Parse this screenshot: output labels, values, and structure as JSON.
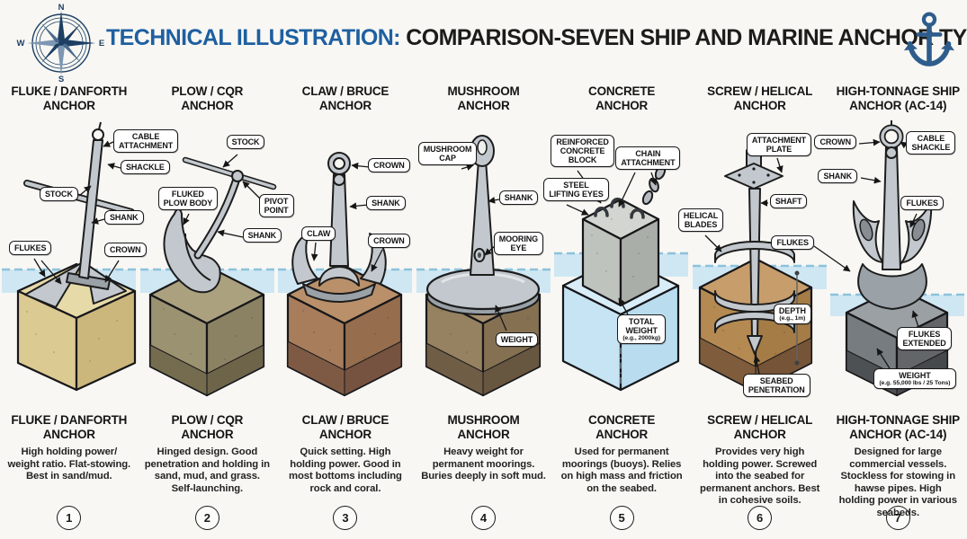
{
  "header": {
    "title_blue": "TECHNICAL ILLUSTRATION:",
    "title_dark": " COMPARISON-SEVEN SHIP AND MARINE ANCHOR TYPES",
    "compass": {
      "n": "N",
      "e": "E",
      "s": "S",
      "w": "W"
    }
  },
  "colors": {
    "title_blue": "#1e5fa1",
    "title_dark": "#1c1c1a",
    "navy_icon": "#2e5d8c",
    "waterline": "#8cc2dc",
    "label_border": "#191919",
    "metal": "#c2c8cd"
  },
  "columns": [
    {
      "heading": "FLUKE / DANFORTH\nANCHOR",
      "labels": [
        {
          "text": "CABLE\nATTACHMENT"
        },
        {
          "text": "SHACKLE"
        },
        {
          "text": "STOCK"
        },
        {
          "text": "SHANK"
        },
        {
          "text": "FLUKES"
        },
        {
          "text": "CROWN"
        }
      ],
      "bottom_heading": "FLUKE / DANFORTH\nANCHOR",
      "description": "High holding power/ weight ratio. Flat-stowing. Best in sand/mud.",
      "number": "1"
    },
    {
      "heading": "PLOW / CQR\nANCHOR",
      "labels": [
        {
          "text": "STOCK"
        },
        {
          "text": "FLUKED\nPLOW BODY"
        },
        {
          "text": "PIVOT\nPOINT"
        },
        {
          "text": "SHANK"
        }
      ],
      "bottom_heading": "PLOW / CQR\nANCHOR",
      "description": "Hinged design. Good penetration and holding in sand, mud, and grass. Self-launching.",
      "number": "2"
    },
    {
      "heading": "CLAW / BRUCE\nANCHOR",
      "labels": [
        {
          "text": "CROWN"
        },
        {
          "text": "SHANK"
        },
        {
          "text": "CLAW"
        },
        {
          "text": "CROWN"
        }
      ],
      "bottom_heading": "CLAW / BRUCE\nANCHOR",
      "description": "Quick setting. High holding power. Good in most bottoms including rock and coral.",
      "number": "3"
    },
    {
      "heading": "MUSHROOM\nANCHOR",
      "labels": [
        {
          "text": "MUSHROOM\nCAP"
        },
        {
          "text": "SHANK"
        },
        {
          "text": "MOORING\nEYE"
        },
        {
          "text": "WEIGHT"
        }
      ],
      "bottom_heading": "MUSHROOM\nANCHOR",
      "description": "Heavy weight for permanent moorings. Buries deeply in soft mud.",
      "number": "4"
    },
    {
      "heading": "CONCRETE\nANCHOR",
      "labels": [
        {
          "text": "REINFORCED\nCONCRETE\nBLOCK"
        },
        {
          "text": "CHAIN\nATTACHMENT"
        },
        {
          "text": "STEEL\nLIFTING EYES"
        },
        {
          "text": "TOTAL\nWEIGHT",
          "note": "(e.g., 2000kg)"
        }
      ],
      "bottom_heading": "CONCRETE\nANCHOR",
      "description": "Used for permanent moorings (buoys). Relies on high mass and friction on the seabed.",
      "number": "5"
    },
    {
      "heading": "SCREW / HELICAL\nANCHOR",
      "labels": [
        {
          "text": "ATTACHMENT\nPLATE"
        },
        {
          "text": "SHAFT"
        },
        {
          "text": "HELICAL\nBLADES"
        },
        {
          "text": "DEPTH",
          "note": "(e.g., 1m)"
        },
        {
          "text": "SEABED\nPENETRATION"
        }
      ],
      "bottom_heading": "SCREW / HELICAL\nANCHOR",
      "description": "Provides very high holding power. Screwed into the seabed for permanent anchors. Best in cohesive soils.",
      "number": "6"
    },
    {
      "heading": "HIGH-TONNAGE SHIP\nANCHOR (AC-14)",
      "labels": [
        {
          "text": "CROWN"
        },
        {
          "text": "CABLE\nSHACKLE"
        },
        {
          "text": "SHANK"
        },
        {
          "text": "FLUKES"
        },
        {
          "text": "FLUKES"
        },
        {
          "text": "FLUKES\nEXTENDED"
        },
        {
          "text": "WEIGHT",
          "note": "(e.g. 55,000 lbs / 25 Tons)"
        }
      ],
      "bottom_heading": "HIGH-TONNAGE SHIP\nANCHOR (AC-14)",
      "description": "Designed for large commercial vessels. Stockless for stowing in hawse pipes. High holding power in various seabeds.",
      "number": "7"
    }
  ]
}
